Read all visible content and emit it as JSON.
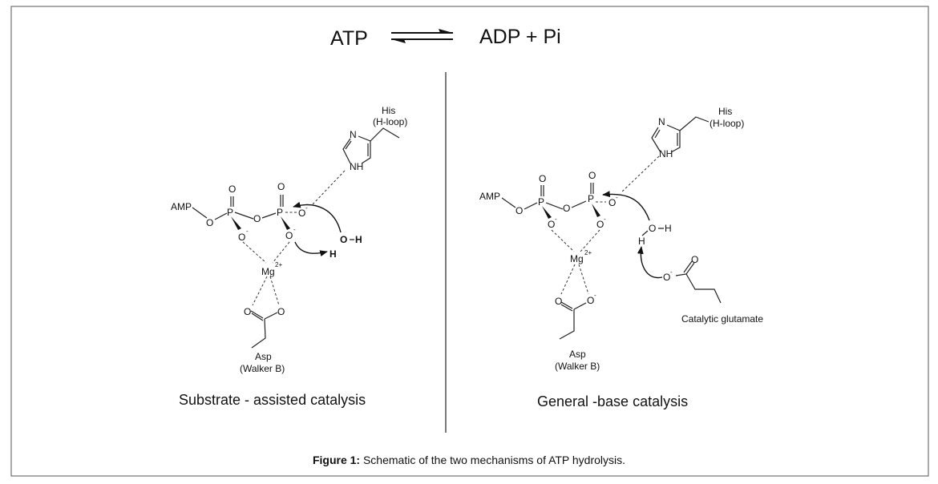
{
  "equation": {
    "left": "ATP",
    "right": "ADP + Pi"
  },
  "left_panel": {
    "amp": "AMP",
    "o": "O",
    "p": "P",
    "o_minus": "O",
    "minus": "-",
    "mg": "Mg",
    "mg_charge": "2+",
    "oh_o": "O",
    "oh_h": "H",
    "h": "H",
    "nh": "NH",
    "n": "N",
    "his": "His",
    "hloop": "(H-loop)",
    "asp": "Asp",
    "walker": "(Walker B)",
    "caption": "Substrate - assisted catalysis"
  },
  "right_panel": {
    "amp": "AMP",
    "o": "O",
    "p": "P",
    "minus": "-",
    "mg": "Mg",
    "mg_charge": "2+",
    "oh_o": "O",
    "oh_h": "H",
    "h": "H",
    "nh": "NH",
    "n": "N",
    "his": "His",
    "hloop": "(H-loop)",
    "asp": "Asp",
    "walker": "(Walker B)",
    "glutamate": "Catalytic glutamate",
    "caption": "General -base catalysis"
  },
  "figure_caption": {
    "label": "Figure 1:",
    "text": " Schematic of the two mechanisms of ATP hydrolysis."
  }
}
